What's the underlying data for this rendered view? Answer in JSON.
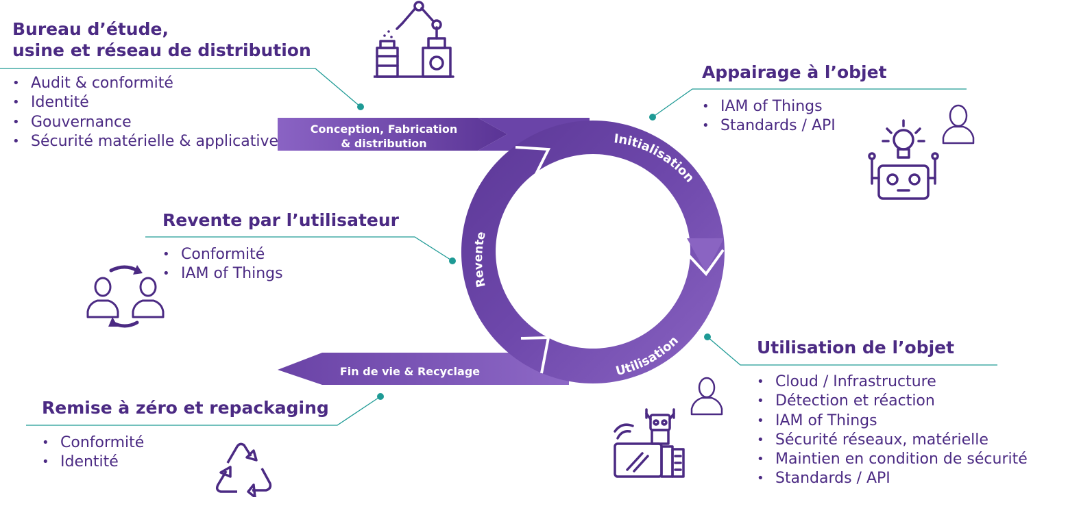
{
  "sections": {
    "bureau": {
      "title": [
        "Bureau d’étude,",
        "usine et réseau de distribution"
      ],
      "items": [
        "Audit & conformité",
        "Identité",
        "Gouvernance",
        "Sécurité matérielle & applicative"
      ]
    },
    "appairage": {
      "title": "Appairage à l’objet",
      "items": [
        "IAM of Things",
        "Standards / API"
      ]
    },
    "revente": {
      "title": "Revente par l’utilisateur",
      "items": [
        "Conformité",
        "IAM of Things"
      ]
    },
    "utilisation": {
      "title": "Utilisation de l’objet",
      "items": [
        "Cloud / Infrastructure",
        "Détection et réaction",
        "IAM of Things",
        "Sécurité réseaux, matérielle",
        "Maintien en condition de sécurité",
        "Standards / API"
      ]
    },
    "remise": {
      "title": "Remise à zéro et repackaging",
      "items": [
        "Conformité",
        "Identité"
      ]
    }
  },
  "cycle": {
    "arrow_in": [
      "Conception, Fabrication",
      "& distribution"
    ],
    "arrow_out": "Fin de vie & Recyclage",
    "phase_initialisation": "Initialisation",
    "phase_utilisation": "Utilisation",
    "phase_revente": "Revente"
  },
  "colors": {
    "purple_dark": "#4b2a83",
    "purple_mid": "#6b45a8",
    "purple_light": "#8c67c4",
    "teal": "#1e9a95"
  },
  "icons": [
    "robot-arm-factory-icon",
    "lightbulb-robot-icon",
    "user-icon",
    "user-exchange-icon",
    "robot-tablet-icon",
    "recycle-icon"
  ]
}
